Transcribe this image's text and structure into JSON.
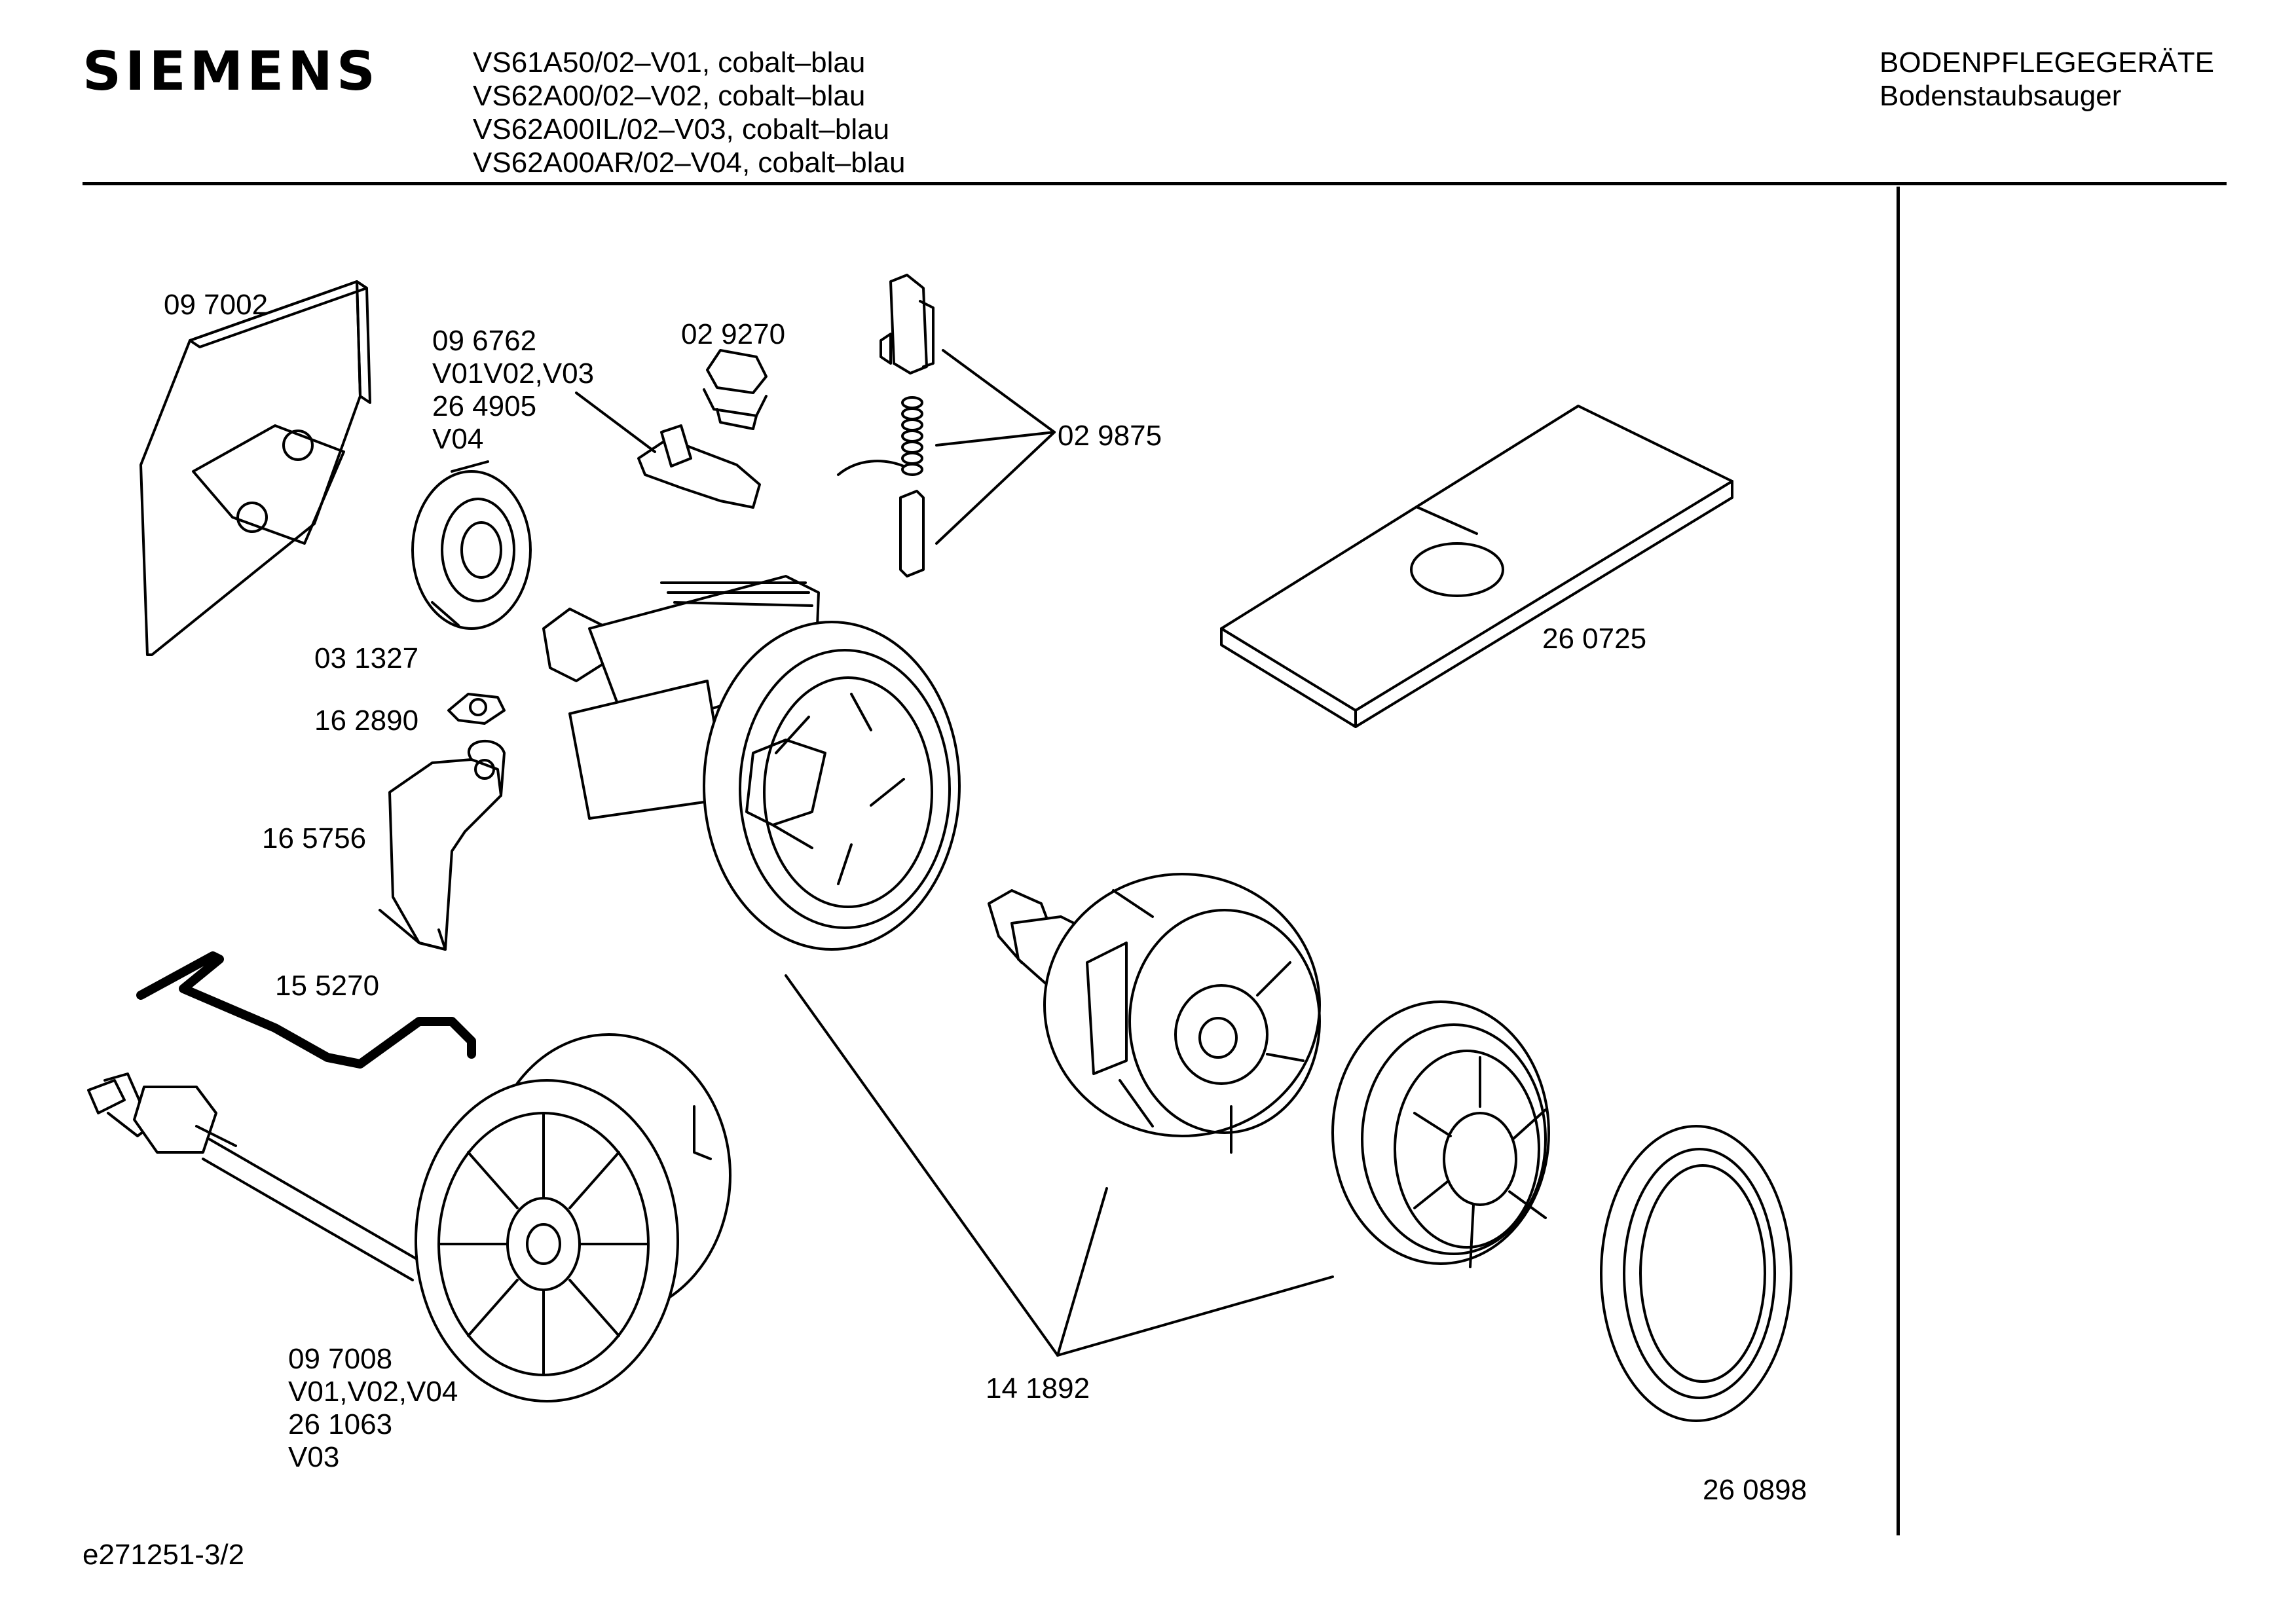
{
  "header": {
    "brand": "SIEMENS",
    "models": [
      "VS61A50/02–V01, cobalt–blau",
      "VS62A00/02–V02, cobalt–blau",
      "VS62A00IL/02–V03, cobalt–blau",
      "VS62A00AR/02–V04, cobalt–blau"
    ],
    "category": "BODENPFLEGEGERÄTE",
    "subcategory": "Bodenstaubsauger"
  },
  "footer": {
    "doc_id": "e271251-3/2"
  },
  "parts": {
    "p097002": "09 7002",
    "p096762_lines": [
      "09 6762",
      "V01V02,V03",
      "26 4905",
      "V04"
    ],
    "p029270": "02 9270",
    "p029875": "02 9875",
    "p260725": "26 0725",
    "p031327": "03 1327",
    "p162890": "16 2890",
    "p165756": "16 5756",
    "p155270": "15 5270",
    "p097008_lines": [
      "09 7008",
      "V01,V02,V04",
      "26 1063",
      "V03"
    ],
    "p141892": "14 1892",
    "p260898": "26 0898"
  }
}
